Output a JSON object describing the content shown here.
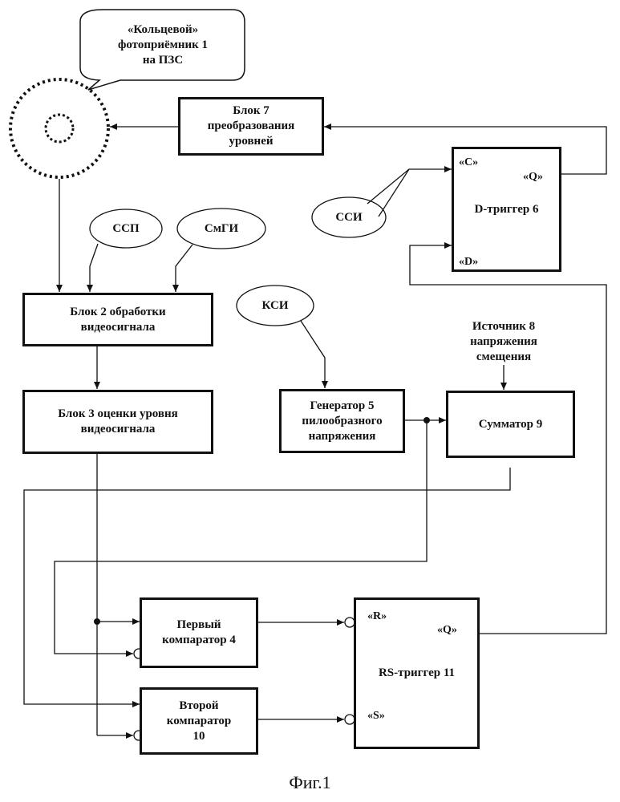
{
  "figure": {
    "caption": "Фиг.1"
  },
  "callout_photodetector": {
    "text": "«Кольцевой»\nфотоприёмник 1\nна ПЗС"
  },
  "bubbles": {
    "ssp": "ССП",
    "smgi": "СмГИ",
    "ssi": "ССИ",
    "ksi": "КСИ"
  },
  "blocks": {
    "block7": "Блок 7\nпреобразования\nуровней",
    "dtrigger": "D-триггер 6",
    "block2": "Блок 2  обработки\nвидеосигнала",
    "block3": "Блок 3 оценки уровня\nвидеосигнала",
    "gen5": "Генератор 5\nпилообразного\nнапряжения",
    "source8": "Источник 8\nнапряжения\nсмещения",
    "summator9": "Сумматор 9",
    "comp4": "Первый\nкомпаратор 4",
    "comp10": "Второй\nкомпаратор\n10",
    "rstrigger": "RS-триггер 11"
  },
  "ports": {
    "d_c": "«C»",
    "d_q": "«Q»",
    "d_d": "«D»",
    "rs_r": "«R»",
    "rs_q": "«Q»",
    "rs_s": "«S»"
  }
}
